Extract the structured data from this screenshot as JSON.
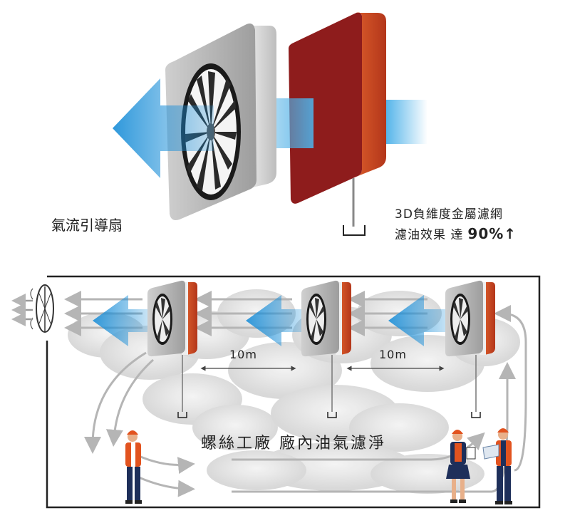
{
  "labels": {
    "fan": "氣流引導扇",
    "filter_line1": "3D負維度金屬濾網",
    "filter_line2_prefix": "濾油效果 達",
    "filter_line2_value": "90%↑",
    "distance_1": "10m",
    "distance_2": "10m",
    "caption": "螺絲工廠 廠內油氣濾淨"
  },
  "colors": {
    "filter_red": "#8e1c1c",
    "filter_side": "#c9421f",
    "fan_frame": "#b8b8b8",
    "airflow_blue": "#1c8fd8",
    "workshop_border": "#222222"
  },
  "icons": {
    "fan_unit": "fan-unit-icon",
    "filter_unit": "metal-filter-icon",
    "airflow": "airflow-arrow-icon",
    "wall_fan": "exhaust-fan-icon",
    "worker": "worker-icon"
  }
}
